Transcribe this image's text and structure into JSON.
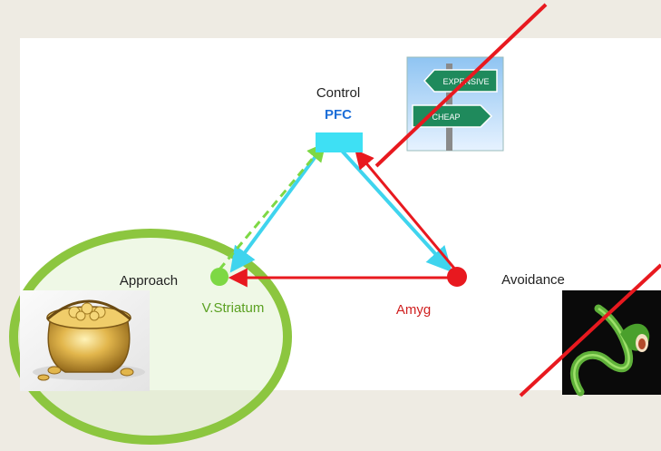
{
  "labels": {
    "control": "Control",
    "pfc": "PFC",
    "approach": "Approach",
    "striatum": "V.Striatum",
    "avoidance": "Avoidance",
    "amyg": "Amyg"
  },
  "sign": {
    "top": "EXPENSIVE",
    "bottom": "CHEAP"
  },
  "colors": {
    "background": "#eeebe3",
    "panel": "#ffffff",
    "cyan": "#3fd4ee",
    "red": "#e8191f",
    "green": "#7dd844",
    "green_ring": "#8cc63f",
    "pfc_label": "#1e6fd8",
    "striatum_label": "#5aa021",
    "amyg_label": "#d02020"
  },
  "icons": [
    "pot-of-gold-icon",
    "road-sign-icon",
    "snake-icon"
  ]
}
